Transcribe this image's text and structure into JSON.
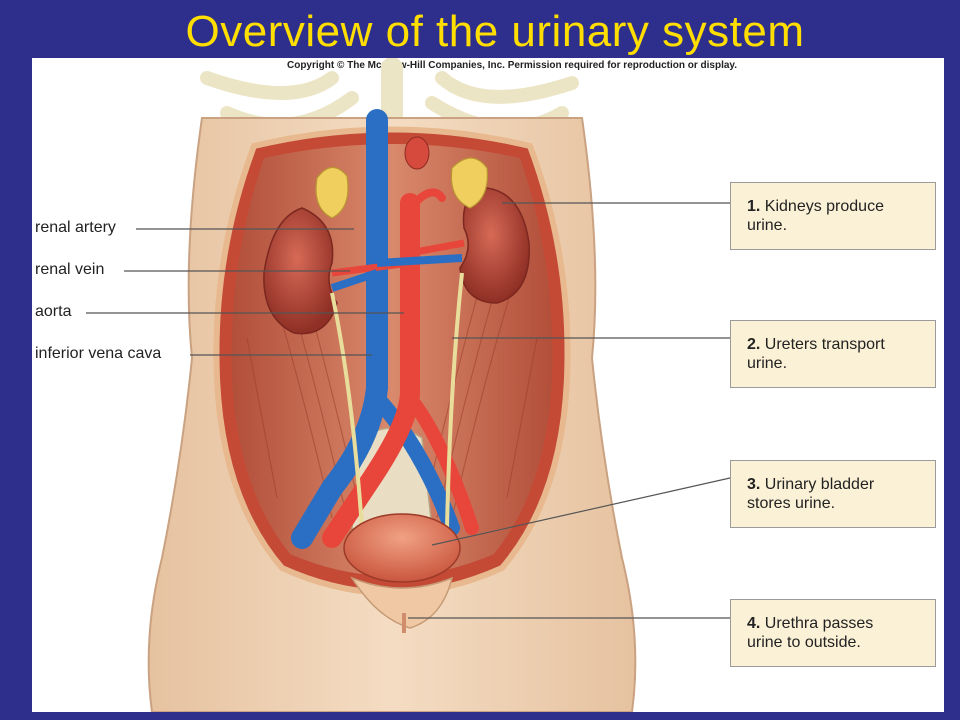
{
  "slide": {
    "title": "Overview of the urinary system",
    "copyright": "Copyright © The McGraw-Hill Companies, Inc. Permission required for reproduction or display."
  },
  "left_labels": [
    "renal artery",
    "renal vein",
    "aorta",
    "inferior vena cava"
  ],
  "callouts": [
    {
      "num": "1.",
      "line1": " Kidneys produce",
      "line2": "urine."
    },
    {
      "num": "2.",
      "line1": " Ureters transport",
      "line2": "urine."
    },
    {
      "num": "3.",
      "line1": " Urinary bladder",
      "line2": "stores urine."
    },
    {
      "num": "4.",
      "line1": " Urethra passes",
      "line2": "urine to outside."
    }
  ],
  "colors": {
    "background": "#2e2f8c",
    "title": "#ffde00",
    "callout_fill": "#fbf1d6",
    "artery": "#e8463a",
    "vein": "#2b6fc4",
    "kidney": "#b8473a",
    "skin": "#f1d4b6",
    "muscle": "#c7674c"
  }
}
